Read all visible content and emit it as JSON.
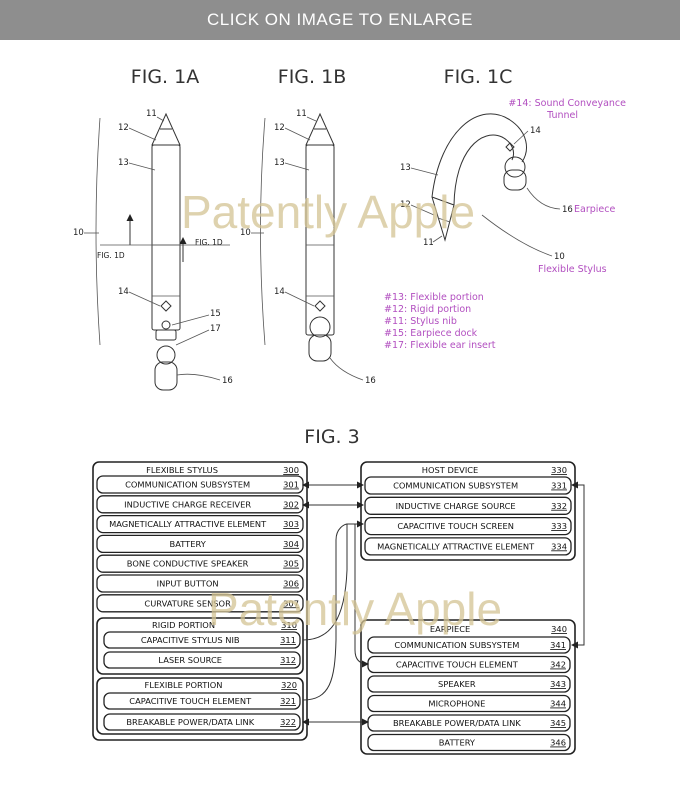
{
  "banner": {
    "label": "CLICK ON IMAGE TO ENLARGE"
  },
  "watermark": {
    "text": "Patently Apple"
  },
  "colors": {
    "banner_bg": "#8e8e8e",
    "annotation": "#b24fc0",
    "watermark": "#d4c494"
  },
  "figs": {
    "a": {
      "title": "FIG. 1A",
      "labels": {
        "n11": "11",
        "n12": "12",
        "n13": "13",
        "n10": "10",
        "n14": "14",
        "n15": "15",
        "n17": "17",
        "n16": "16",
        "sec1": "FIG. 1D",
        "sec2": "FIG. 1D"
      }
    },
    "b": {
      "title": "FIG. 1B",
      "labels": {
        "n11": "11",
        "n12": "12",
        "n13": "13",
        "n10": "10",
        "n14": "14",
        "n16": "16"
      }
    },
    "c": {
      "title": "FIG. 1C",
      "labels": {
        "n14": "14",
        "n13": "13",
        "n12": "12",
        "n11": "11",
        "n16": "16",
        "n10": "10"
      },
      "annotations": {
        "tunnel_1": "#14: Sound Conveyance",
        "tunnel_2": "Tunnel",
        "earpiece": "Earpiece",
        "stylus": "Flexible Stylus"
      }
    },
    "legend": [
      "#13: Flexible portion",
      "#12: Rigid portion",
      "#11: Stylus nib",
      "#15: Earpiece dock",
      "#17: Flexible ear insert"
    ]
  },
  "fig3": {
    "title": "FIG. 3",
    "stylus": {
      "title": "FLEXIBLE STYLUS",
      "num": "300",
      "items": [
        {
          "label": "COMMUNICATION SUBSYSTEM",
          "num": "301"
        },
        {
          "label": "INDUCTIVE CHARGE RECEIVER",
          "num": "302"
        },
        {
          "label": "MAGNETICALLY ATTRACTIVE ELEMENT",
          "num": "303"
        },
        {
          "label": "BATTERY",
          "num": "304"
        },
        {
          "label": "BONE CONDUCTIVE SPEAKER",
          "num": "305"
        },
        {
          "label": "INPUT BUTTON",
          "num": "306"
        },
        {
          "label": "CURVATURE SENSOR",
          "num": "307"
        }
      ],
      "rigid": {
        "title": "RIGID PORTION",
        "num": "310",
        "items": [
          {
            "label": "CAPACITIVE STYLUS NIB",
            "num": "311"
          },
          {
            "label": "LASER SOURCE",
            "num": "312"
          }
        ]
      },
      "flexible": {
        "title": "FLEXIBLE PORTION",
        "num": "320",
        "items": [
          {
            "label": "CAPACITIVE TOUCH ELEMENT",
            "num": "321"
          },
          {
            "label": "BREAKABLE POWER/DATA LINK",
            "num": "322"
          }
        ]
      }
    },
    "host": {
      "title": "HOST DEVICE",
      "num": "330",
      "items": [
        {
          "label": "COMMUNICATION SUBSYSTEM",
          "num": "331"
        },
        {
          "label": "INDUCTIVE CHARGE SOURCE",
          "num": "332"
        },
        {
          "label": "CAPACITIVE TOUCH SCREEN",
          "num": "333"
        },
        {
          "label": "MAGNETICALLY ATTRACTIVE ELEMENT",
          "num": "334"
        }
      ]
    },
    "earpiece": {
      "title": "EARPIECE",
      "num": "340",
      "items": [
        {
          "label": "COMMUNICATION SUBSYSTEM",
          "num": "341"
        },
        {
          "label": "CAPACITIVE TOUCH ELEMENT",
          "num": "342"
        },
        {
          "label": "SPEAKER",
          "num": "343"
        },
        {
          "label": "MICROPHONE",
          "num": "344"
        },
        {
          "label": "BREAKABLE POWER/DATA LINK",
          "num": "345"
        },
        {
          "label": "BATTERY",
          "num": "346"
        }
      ]
    }
  }
}
